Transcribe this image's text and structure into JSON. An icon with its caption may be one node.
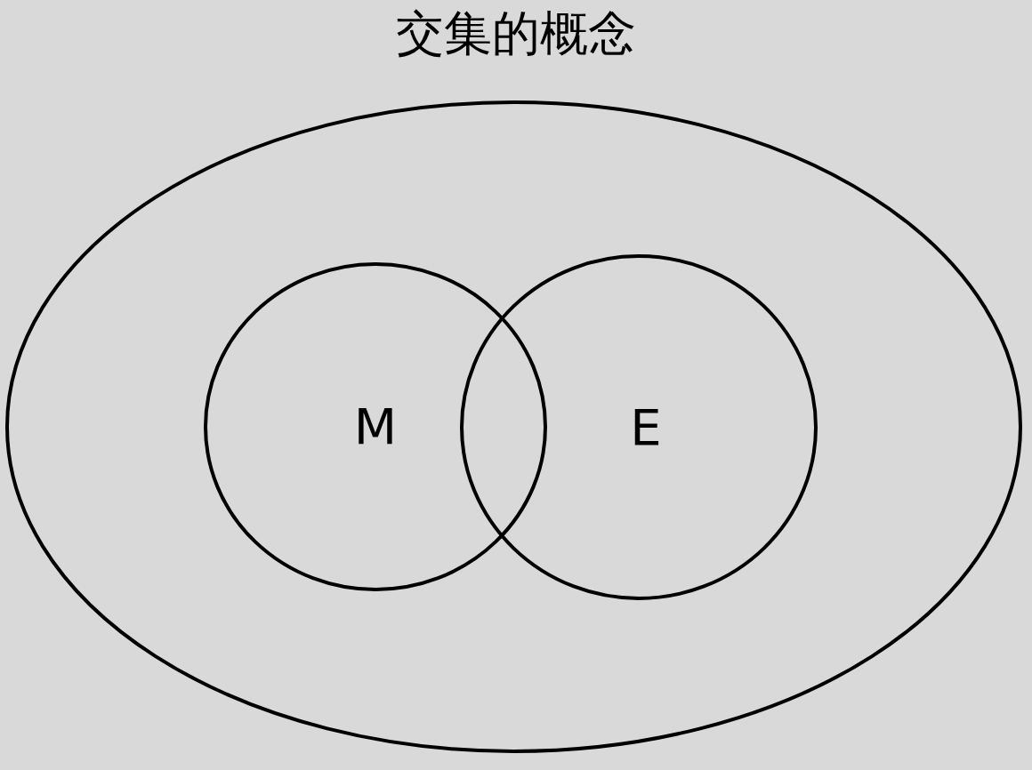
{
  "diagram": {
    "title": "交集的概念",
    "nodes": [
      {
        "text": [],
        "shape": "ellipse"
      },
      {
        "text": [
          "M"
        ],
        "in": 0
      },
      {
        "text": [
          "E"
        ],
        "in": 0
      }
    ],
    "edges": []
  }
}
